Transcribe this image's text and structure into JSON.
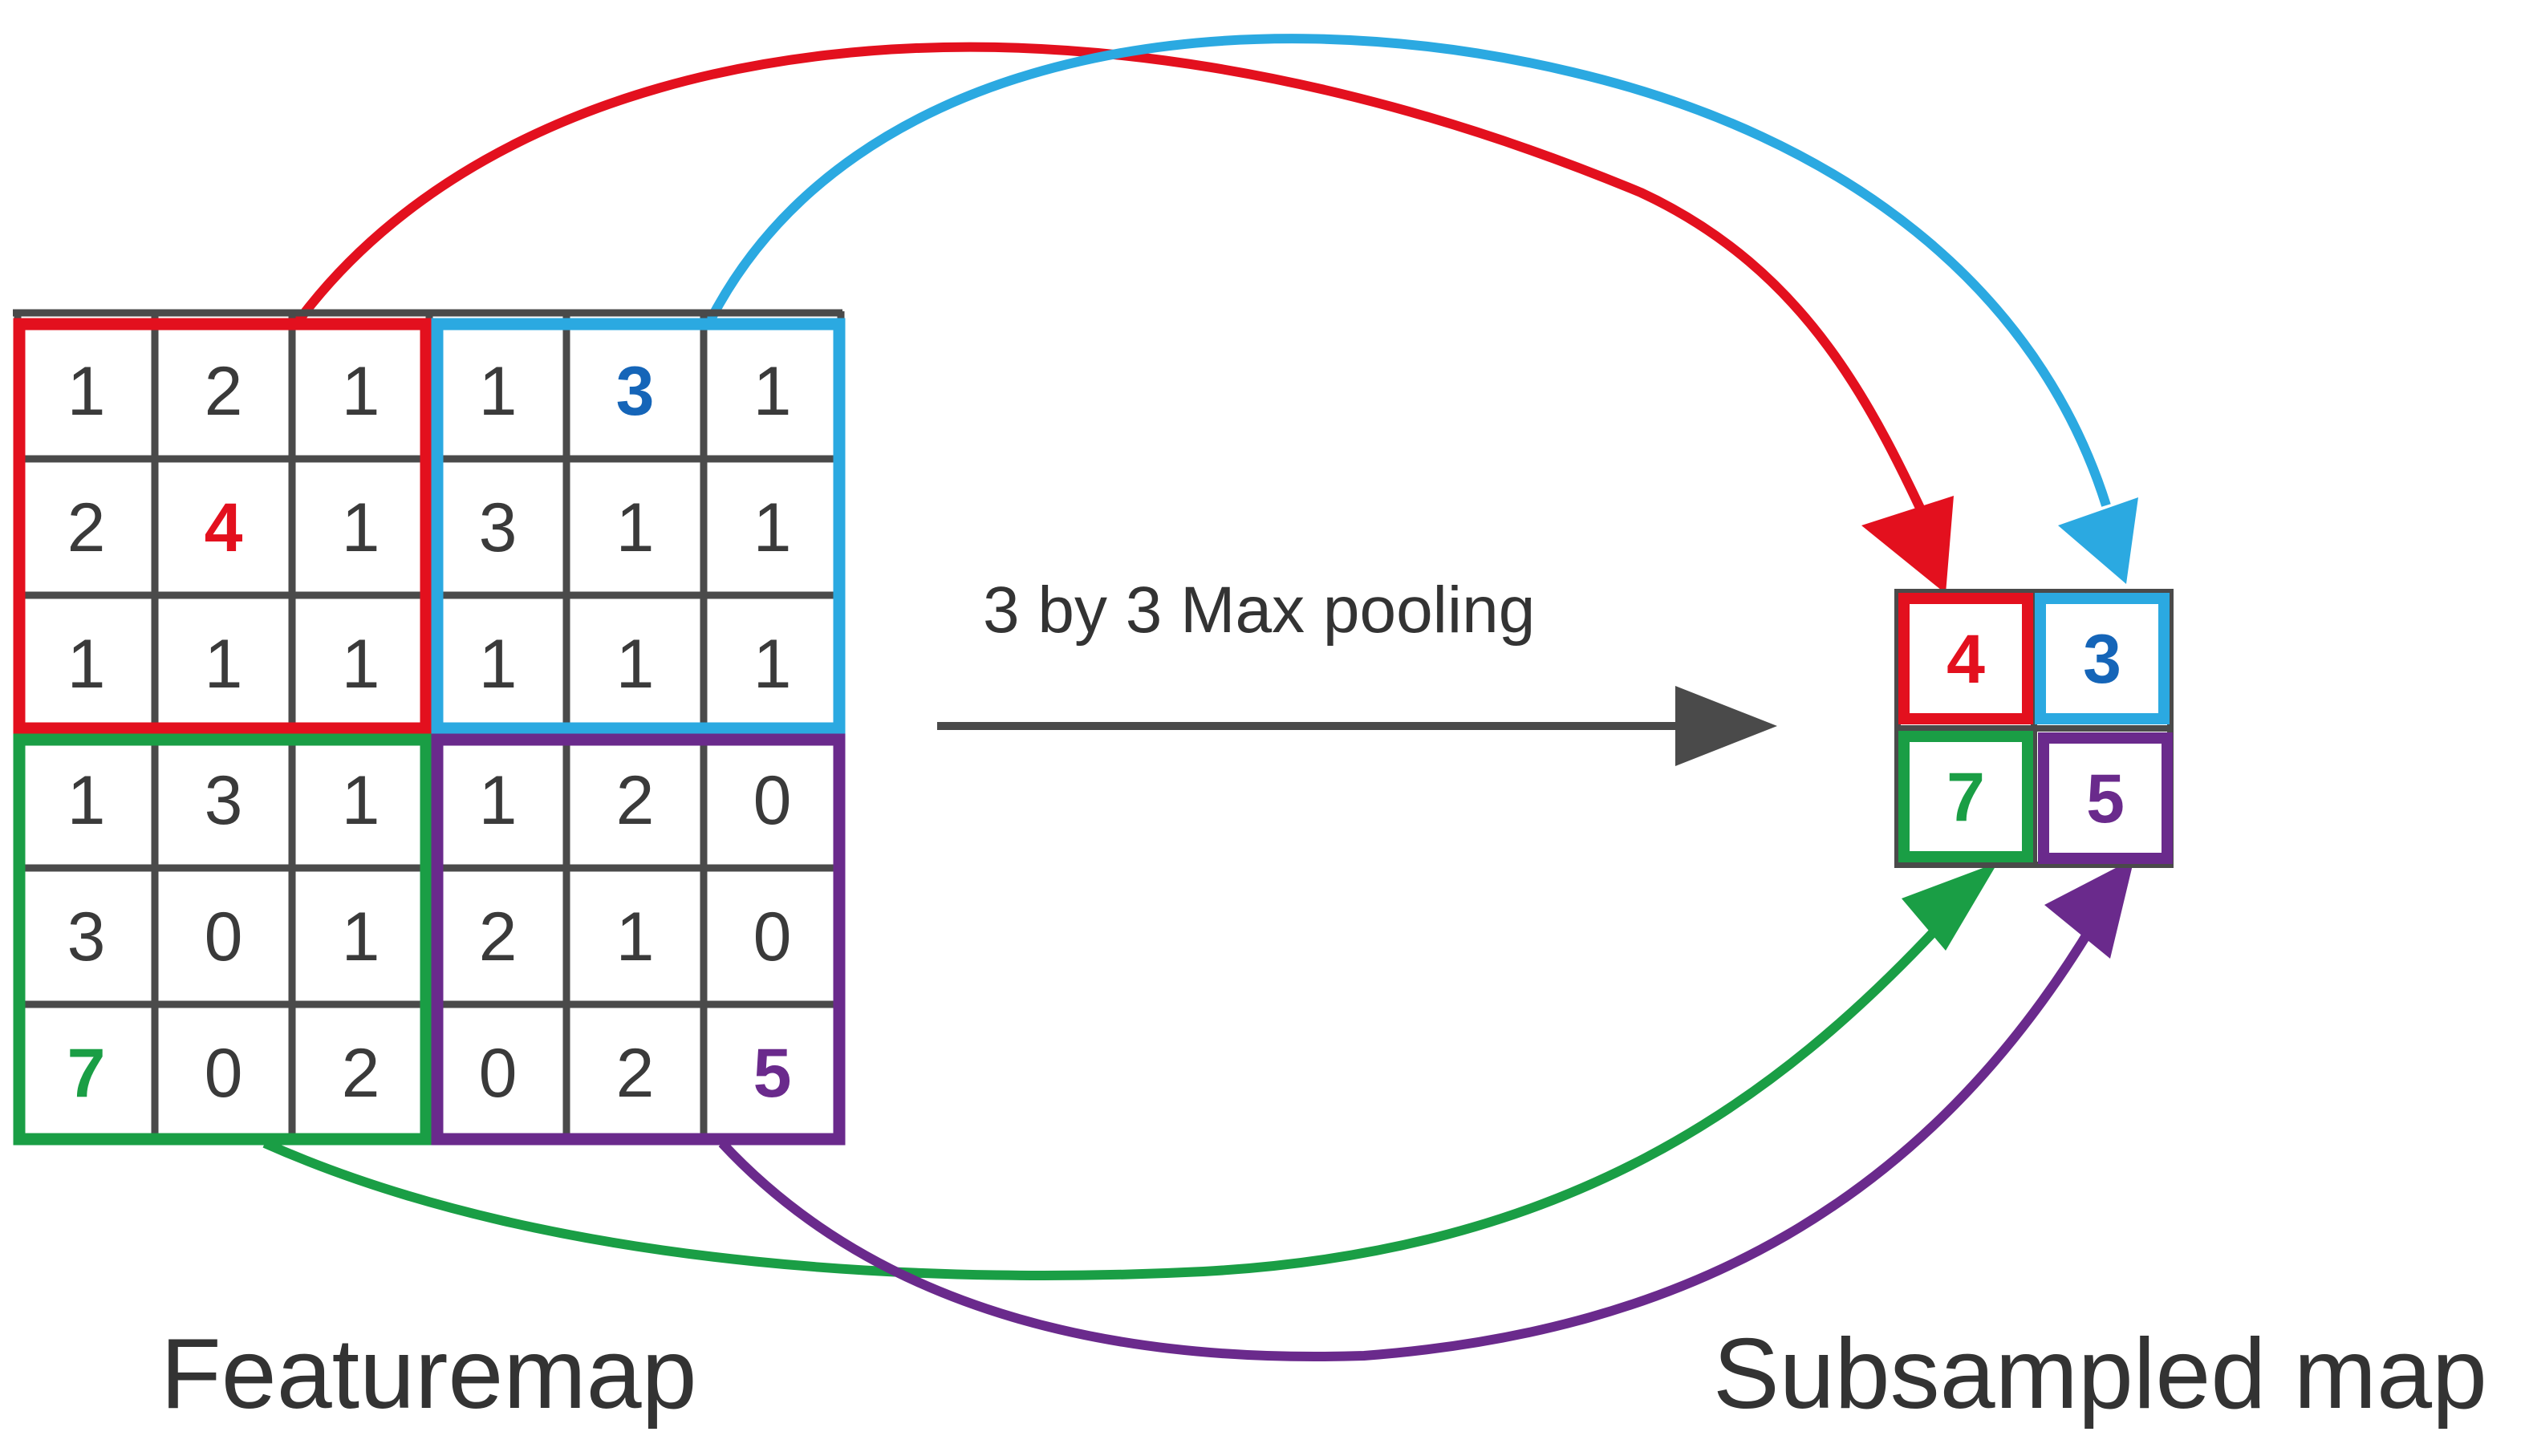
{
  "labels": {
    "featuremap": "Featuremap",
    "subsampled": "Subsampled map",
    "operation": "3 by 3 Max pooling"
  },
  "colors": {
    "red": "#e3101e",
    "blue": "#2ba9e1",
    "green": "#1a9e45",
    "purple": "#6a2a8c",
    "grid": "#4a4a4a",
    "blue_text": "#1565b8"
  },
  "featuremap": {
    "rows": [
      [
        "1",
        "2",
        "1",
        "1",
        "3",
        "1"
      ],
      [
        "2",
        "4",
        "1",
        "3",
        "1",
        "1"
      ],
      [
        "1",
        "1",
        "1",
        "1",
        "1",
        "1"
      ],
      [
        "1",
        "3",
        "1",
        "1",
        "2",
        "0"
      ],
      [
        "3",
        "0",
        "1",
        "2",
        "1",
        "0"
      ],
      [
        "7",
        "0",
        "2",
        "0",
        "2",
        "5"
      ]
    ],
    "highlights": [
      {
        "row": 1,
        "col": 1,
        "color": "red"
      },
      {
        "row": 0,
        "col": 4,
        "color": "blue_text"
      },
      {
        "row": 5,
        "col": 0,
        "color": "green"
      },
      {
        "row": 5,
        "col": 5,
        "color": "purple"
      }
    ]
  },
  "subsampled": {
    "cells": [
      {
        "value": "4",
        "color": "red"
      },
      {
        "value": "3",
        "color": "blue_text"
      },
      {
        "value": "7",
        "color": "green"
      },
      {
        "value": "5",
        "color": "purple"
      }
    ]
  }
}
